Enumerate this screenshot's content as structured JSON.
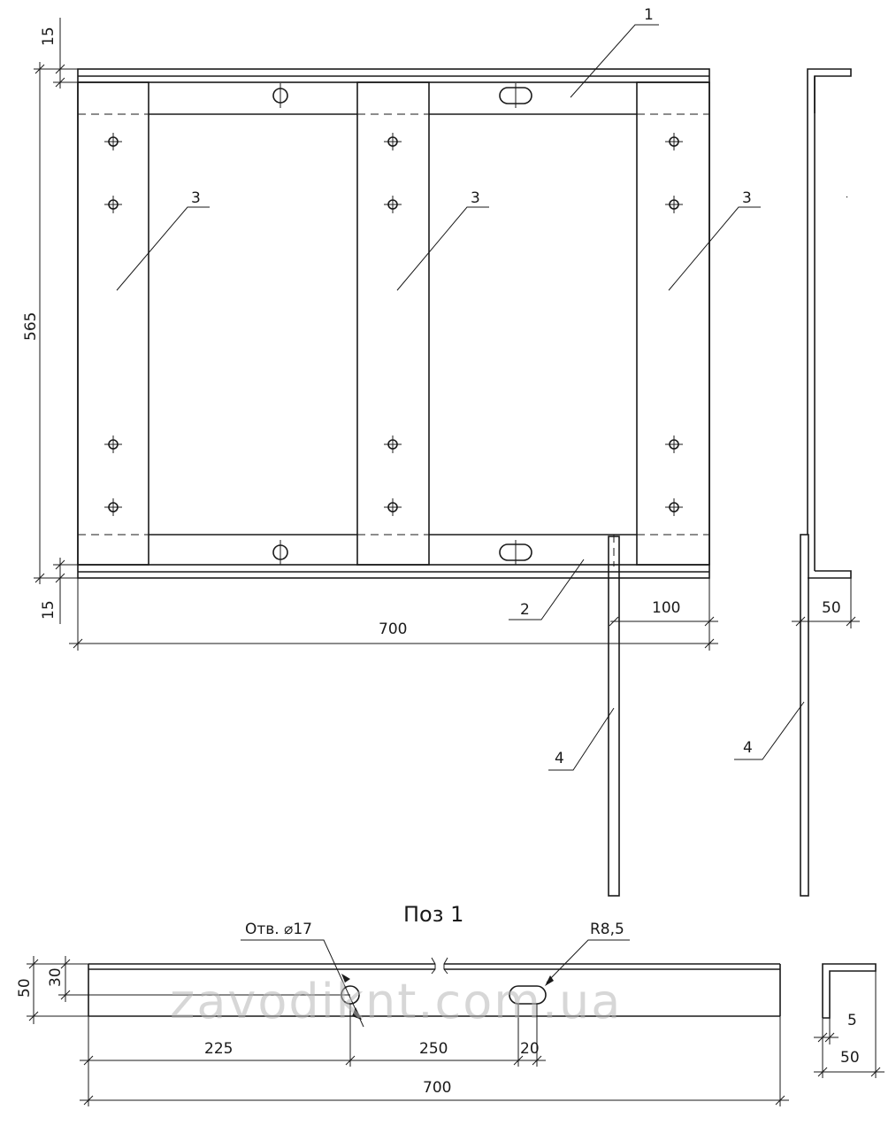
{
  "dimensions": {
    "top_flange": "15",
    "height": "565",
    "bottom_flange": "15",
    "width": "700",
    "post_offset": "100",
    "side_width": "50"
  },
  "labels": {
    "part1": "1",
    "part2": "2",
    "part3a": "3",
    "part3b": "3",
    "part3c": "3",
    "part4a": "4",
    "part4b": "4"
  },
  "detail": {
    "title": "Поз 1",
    "hole_note": "Отв. ⌀17",
    "slot_radius": "R8,5",
    "dim_height": "50",
    "dim_hole_height": "30",
    "dim_hole_x": "225",
    "dim_slot_x": "250",
    "dim_slot_len": "20",
    "dim_length": "700",
    "angle_thickness": "5",
    "angle_width": "50"
  },
  "watermark": "zavodiknt.com.ua"
}
